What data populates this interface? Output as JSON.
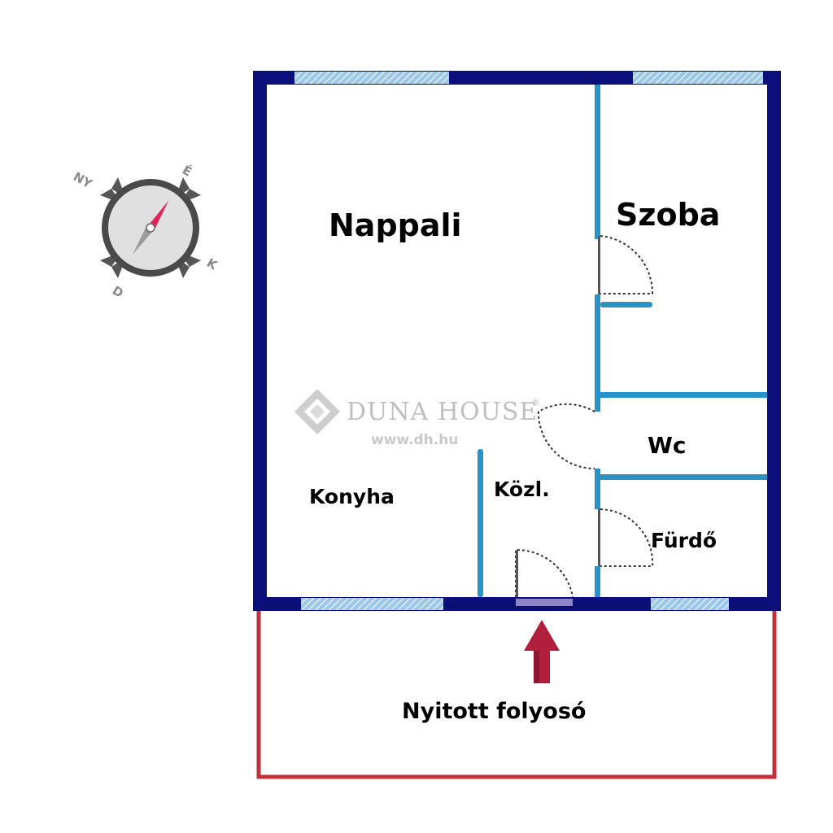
{
  "rooms": {
    "living_room": "Nappali",
    "bedroom": "Szoba",
    "wc": "Wc",
    "kitchen": "Konyha",
    "hallway": "Közl.",
    "bathroom": "Fürdő",
    "open_corridor": "Nyitott folyosó"
  },
  "compass": {
    "north": "É",
    "east": "K",
    "south": "D",
    "west": "NY"
  },
  "watermark": {
    "brand": "DUNA HOUSE",
    "trademark": "®",
    "url": "www.dh.hu"
  },
  "colors": {
    "exterior_wall": "#0b0f7a",
    "interior_wall": "#2a92c4",
    "window": "#9ec8e8",
    "corridor": "#c0323a",
    "entry_arrow": "#b21f3c",
    "compass_needle": "#c8184a"
  },
  "icons": {
    "compass": "compass-icon",
    "entry_arrow": "arrow-up-icon",
    "watermark_logo": "diamond-logo-icon"
  }
}
